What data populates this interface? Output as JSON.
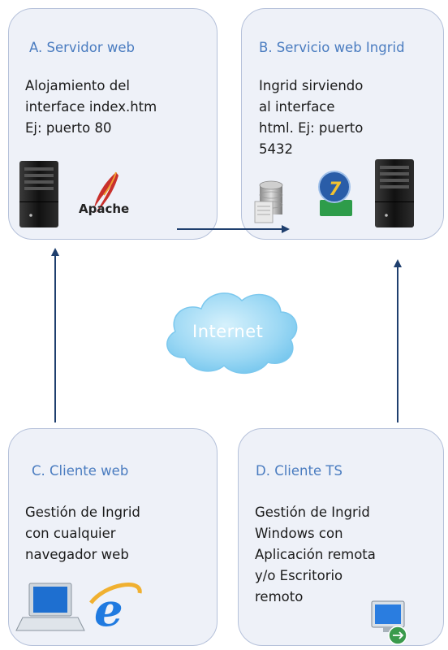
{
  "boxes": {
    "a": {
      "title": "A. Servidor web",
      "description": "Alojamiento del\ninterface index.htm\nEj: puerto 80",
      "apache_label": "Apache"
    },
    "b": {
      "title": "B. Servicio web Ingrid",
      "description": "Ingrid sirviendo\nal interface\nhtml. Ej: puerto\n5432"
    },
    "c": {
      "title": "C. Cliente web",
      "description": "Gestión de Ingrid\ncon cualquier\nnavegador web"
    },
    "d": {
      "title": "D. Cliente TS",
      "description": "Gestión de Ingrid\nWindows con\nAplicación remota\ny/o Escritorio\nremoto"
    }
  },
  "cloud_label": "Internet",
  "colors": {
    "box_fill": "#eef1f8",
    "box_border": "#b5c1da",
    "title": "#4a7cc0",
    "arrow": "#1f3f6e",
    "cloud": "#8fd3f2"
  },
  "icons": [
    "server-icon",
    "apache-feather-icon",
    "database-icon",
    "ingrid-globe-icon",
    "laptop-icon",
    "internet-explorer-icon",
    "remote-desktop-icon"
  ]
}
